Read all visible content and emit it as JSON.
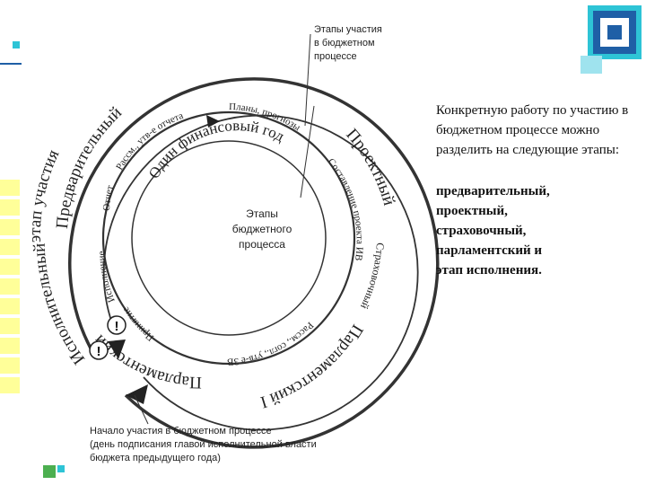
{
  "diagram": {
    "top_note": [
      "Этапы участия",
      "в бюджетном",
      "процессе"
    ],
    "outer_ring": {
      "predvaritelny": "Предварительный",
      "proektny": "Проектный",
      "strakhovochny": "Страховочный",
      "parlamentsky_1": "Парламентский I",
      "parlamentsky_2": "Парламентский 2",
      "ispolnitelny": "Исполнительный",
      "etap_uchastiya": "этап участия"
    },
    "inner_ring": {
      "plany": "Планы, прогнозы",
      "sostavlenie": "Составление проекта ИВ",
      "rassm_sogl": "Рассм., согл., утв-е ЗВ",
      "prinyatie": "Принятие",
      "ispolnenie": "Исполнение",
      "otchet": "Отчет",
      "rassm_otcheta": "Рассм., утв-е отчета"
    },
    "year_label": "Один финансовый год",
    "center_note": [
      "Этапы",
      "бюджетного",
      "процесса"
    ],
    "bottom_note": [
      "Начало участия в бюджетном процессе",
      "(день подписания главой исполнительной власти",
      "бюджета предыдущего года)"
    ],
    "warning_glyph": "!"
  },
  "side_panel": {
    "intro": "Конкретную работу по участию в бюджетном процессе можно разделить на следующие этапы:",
    "stages": [
      "предварительный,",
      "проектный,",
      "страховочный,",
      "парламентский и",
      "этап исполнения."
    ]
  },
  "colors": {
    "ring": "#333333",
    "text": "#222222",
    "deco_yellow": "#ffff99",
    "deco_cyan": "#2ec4d6",
    "deco_blue": "#1f5fa6",
    "deco_green": "#4caf50"
  }
}
